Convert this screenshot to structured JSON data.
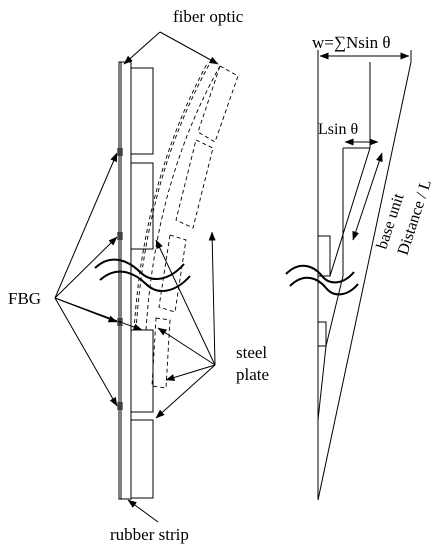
{
  "labels": {
    "fiber_optic": "fiber optic",
    "fbg": "FBG",
    "steel": "steel",
    "plate": "plate",
    "rubber_strip": "rubber strip",
    "width_formula": "w=∑Nsin θ",
    "lsin": "Lsin θ",
    "base_unit": "base unit",
    "distance": "Distance / L"
  },
  "colors": {
    "ink": "#000000",
    "background": "#ffffff"
  }
}
